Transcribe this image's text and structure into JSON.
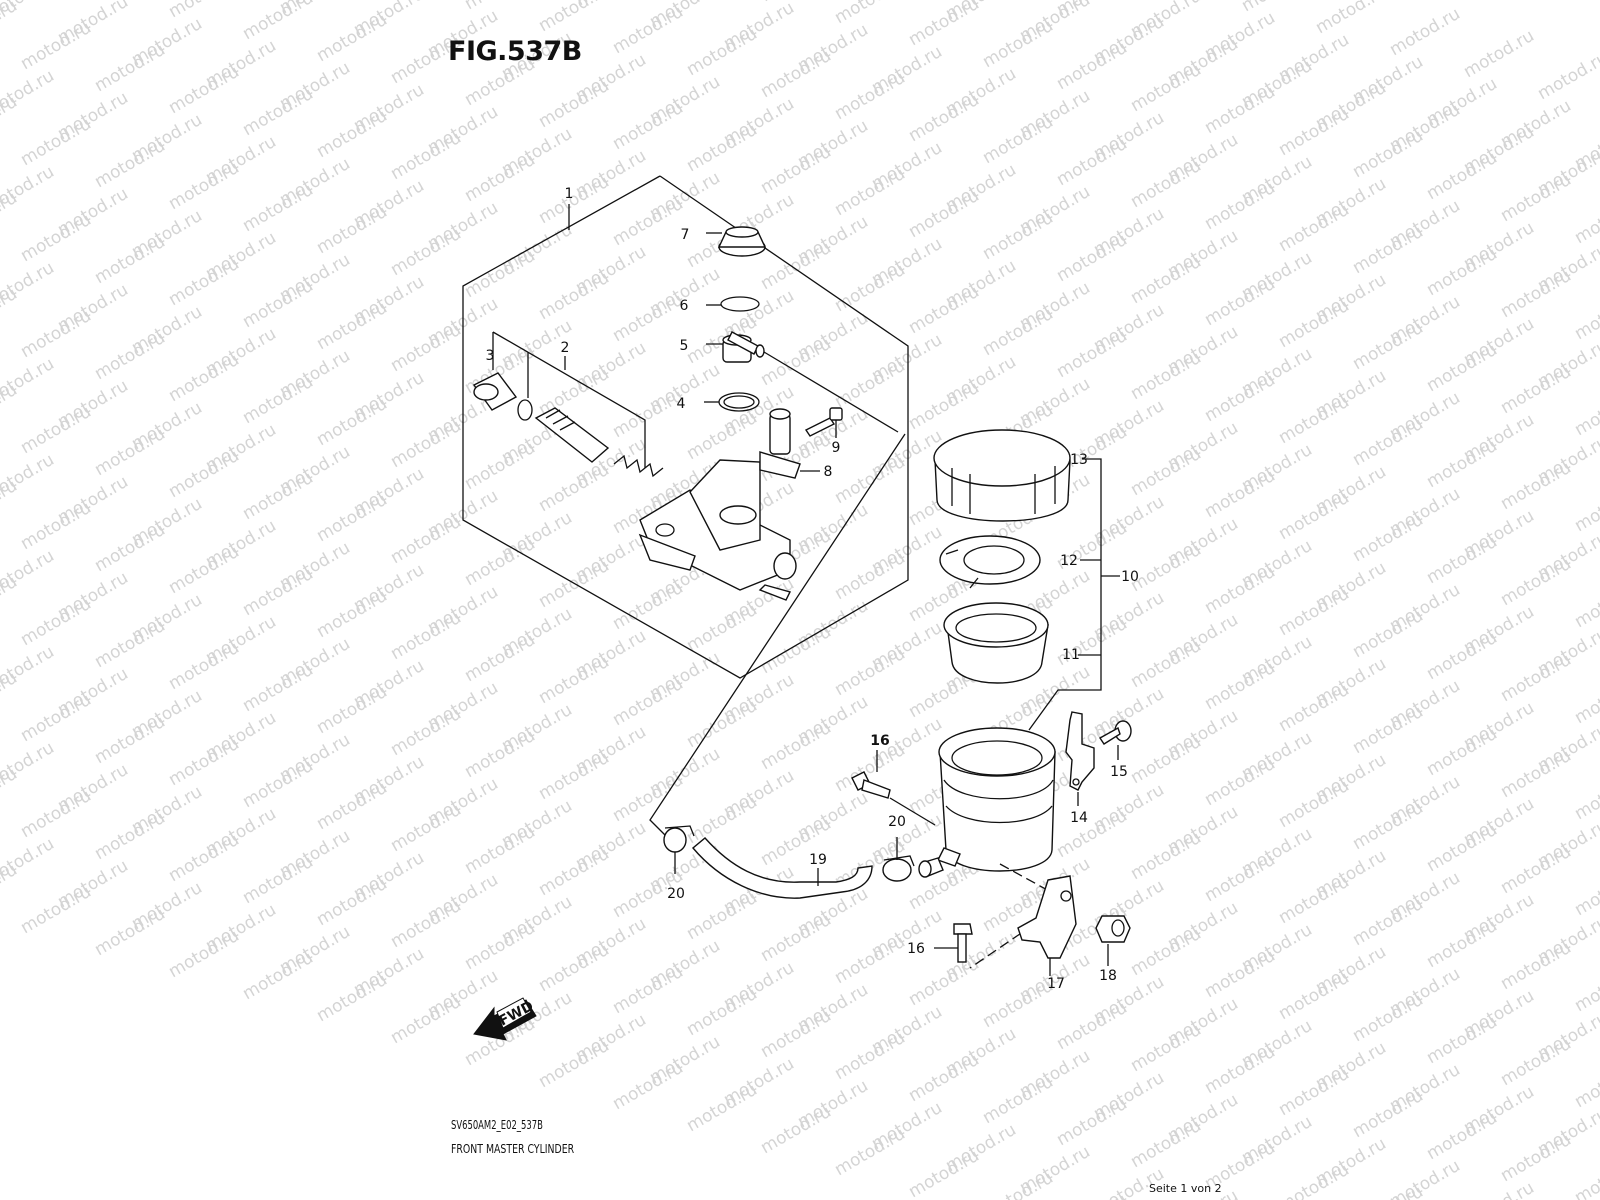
{
  "figure": {
    "title": "FIG.537B",
    "code": "SV650AM2_E02_537B",
    "caption": "FRONT MASTER CYLINDER",
    "page_info": "Seite 1 von 2",
    "watermark": "motod.ru",
    "fwd_label": "FWD"
  },
  "callouts": [
    {
      "id": "1",
      "label": "1"
    },
    {
      "id": "2",
      "label": "2"
    },
    {
      "id": "3",
      "label": "3"
    },
    {
      "id": "4",
      "label": "4"
    },
    {
      "id": "5",
      "label": "5"
    },
    {
      "id": "6",
      "label": "6"
    },
    {
      "id": "7",
      "label": "7"
    },
    {
      "id": "8",
      "label": "8"
    },
    {
      "id": "9",
      "label": "9"
    },
    {
      "id": "10",
      "label": "10"
    },
    {
      "id": "11",
      "label": "11"
    },
    {
      "id": "12",
      "label": "12"
    },
    {
      "id": "13",
      "label": "13"
    },
    {
      "id": "14",
      "label": "14"
    },
    {
      "id": "15",
      "label": "15"
    },
    {
      "id": "16a",
      "label": "16"
    },
    {
      "id": "16b",
      "label": "16"
    },
    {
      "id": "17",
      "label": "17"
    },
    {
      "id": "18",
      "label": "18"
    },
    {
      "id": "19",
      "label": "19"
    },
    {
      "id": "20a",
      "label": "20"
    },
    {
      "id": "20b",
      "label": "20"
    }
  ],
  "icons": {
    "fwd": "fwd-arrow-icon"
  }
}
